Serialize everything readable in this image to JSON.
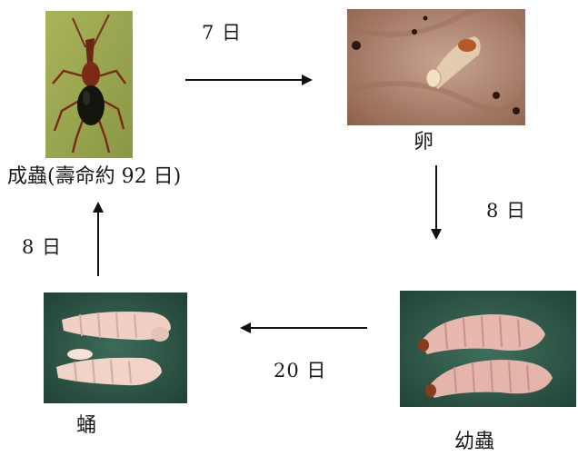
{
  "stages": {
    "adult": {
      "label": "成蟲(壽命約 92 日)"
    },
    "egg": {
      "label": "卵"
    },
    "larva": {
      "label": "幼蟲"
    },
    "pupa": {
      "label": "蛹"
    }
  },
  "transitions": {
    "adult_to_egg": "7 日",
    "egg_to_larva": "8 日",
    "larva_to_pupa": "20 日",
    "pupa_to_adult": "8 日"
  },
  "colors": {
    "adult_bg": "#9aa64f",
    "egg_bg": "#a27664",
    "larva_bg": "#2f5a4a",
    "pupa_bg": "#2f5a4a",
    "arrow": "#111111"
  }
}
